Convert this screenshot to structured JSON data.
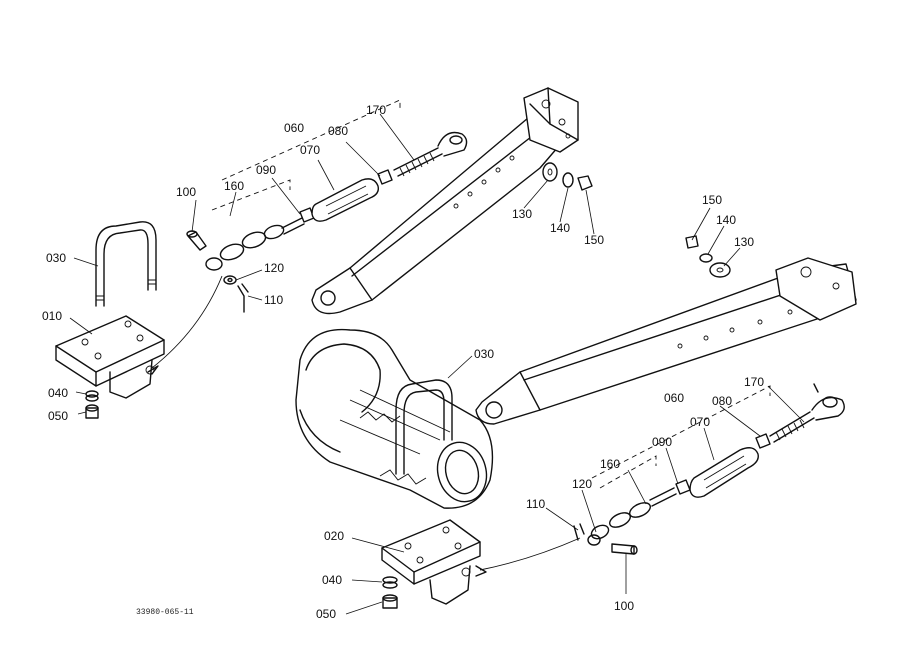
{
  "drawing_code": "33980-065-11",
  "callouts": [
    {
      "id": "tl-030",
      "text": "030"
    },
    {
      "id": "tl-010",
      "text": "010"
    },
    {
      "id": "tl-040",
      "text": "040"
    },
    {
      "id": "tl-050",
      "text": "050"
    },
    {
      "id": "tl-100",
      "text": "100"
    },
    {
      "id": "tl-160",
      "text": "160"
    },
    {
      "id": "tl-090",
      "text": "090"
    },
    {
      "id": "tl-070",
      "text": "070"
    },
    {
      "id": "tl-060",
      "text": "060"
    },
    {
      "id": "tl-080",
      "text": "080"
    },
    {
      "id": "tl-170",
      "text": "170"
    },
    {
      "id": "tl-120",
      "text": "120"
    },
    {
      "id": "tl-110",
      "text": "110"
    },
    {
      "id": "tl-130",
      "text": "130"
    },
    {
      "id": "tl-140",
      "text": "140"
    },
    {
      "id": "tl-150",
      "text": "150"
    },
    {
      "id": "r-150",
      "text": "150"
    },
    {
      "id": "r-140",
      "text": "140"
    },
    {
      "id": "r-130",
      "text": "130"
    },
    {
      "id": "b-030",
      "text": "030"
    },
    {
      "id": "b-170",
      "text": "170"
    },
    {
      "id": "b-060",
      "text": "060"
    },
    {
      "id": "b-080",
      "text": "080"
    },
    {
      "id": "b-070",
      "text": "070"
    },
    {
      "id": "b-090",
      "text": "090"
    },
    {
      "id": "b-160",
      "text": "160"
    },
    {
      "id": "b-120",
      "text": "120"
    },
    {
      "id": "b-110",
      "text": "110"
    },
    {
      "id": "b-100",
      "text": "100"
    },
    {
      "id": "b-020",
      "text": "020"
    },
    {
      "id": "b-040",
      "text": "040"
    },
    {
      "id": "b-050",
      "text": "050"
    }
  ]
}
